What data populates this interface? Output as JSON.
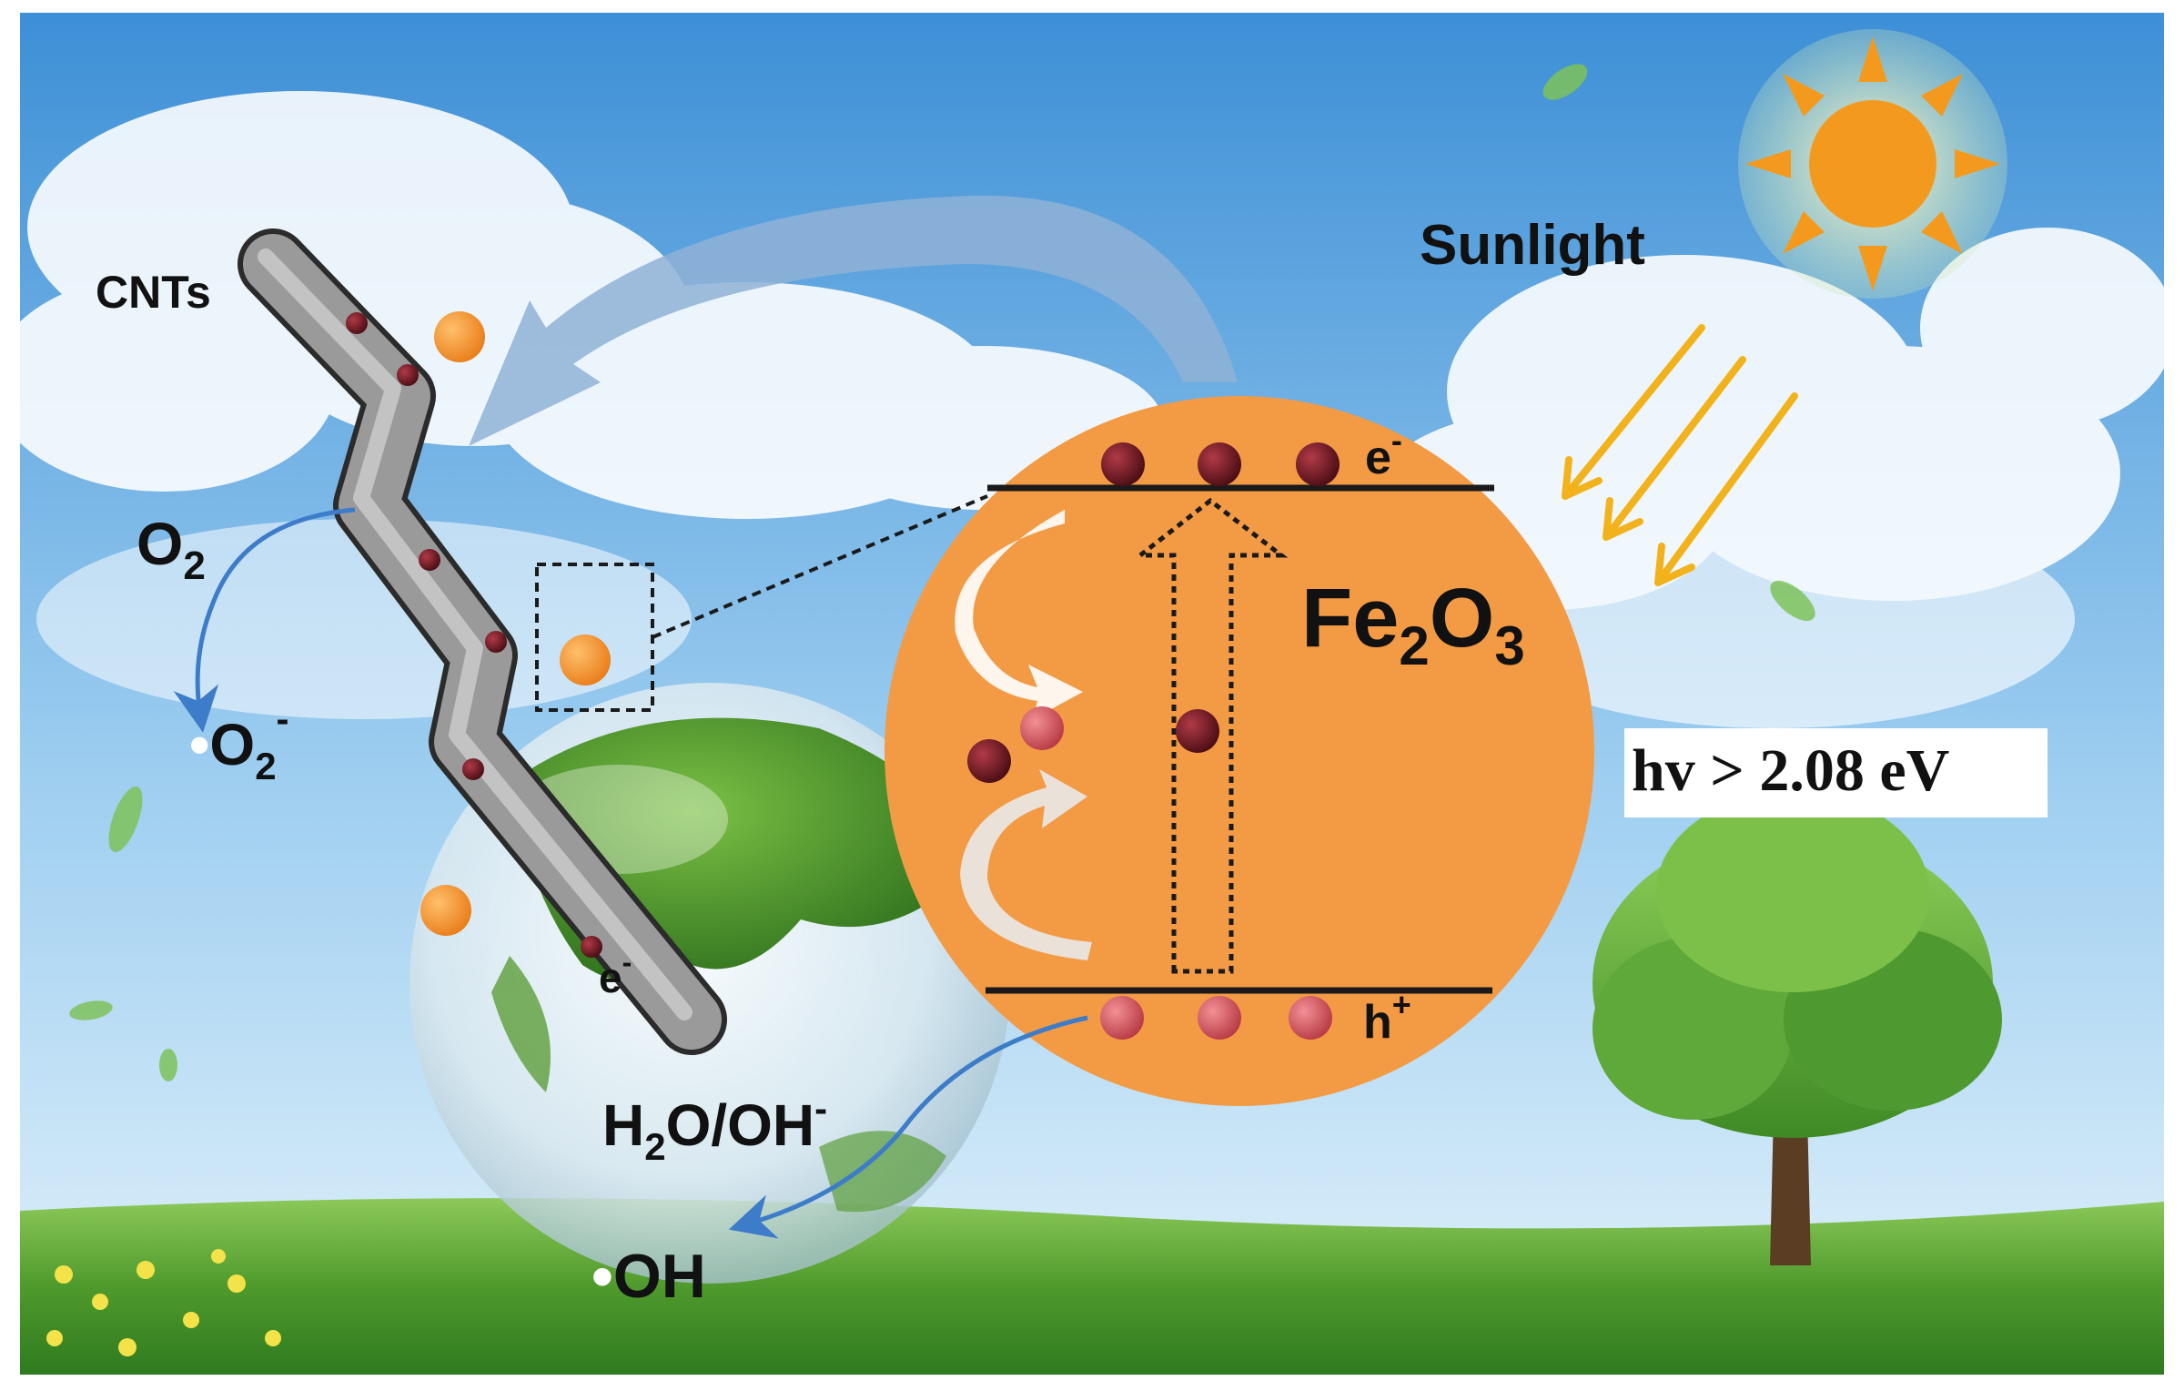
{
  "labels": {
    "cnts": "CNTs",
    "sunlight": "Sunlight",
    "o2": "O",
    "o2_sub": "2",
    "superoxide_dot": "•",
    "superoxide": "O",
    "superoxide_sub": "2",
    "superoxide_sup": "-",
    "fe2o3_a": "Fe",
    "fe2o3_sub1": "2",
    "fe2o3_b": "O",
    "fe2o3_sub2": "3",
    "electron_cb": "e",
    "electron_cb_sup": "-",
    "hole_vb": "h",
    "hole_vb_sup": "+",
    "electron_cnt": "e",
    "electron_cnt_sup": "-",
    "water_a": "H",
    "water_sub": "2",
    "water_b": "O/OH",
    "water_sup": "-",
    "hydroxyl_dot": "•",
    "hydroxyl": "OH",
    "photon_energy": "hv > 2.08 eV"
  },
  "colors": {
    "sky_top": "#3d8fd6",
    "sky_bottom": "#d9eefb",
    "grass": "#4f9a2c",
    "fe2o3_particle": "#f39a45",
    "electron": "#6b1620",
    "hole": "#d9545a",
    "cnt_tube": "#8c8c8c",
    "sun": "#f39a1e",
    "sun_rays_arrows": "#f2b21b",
    "process_arrow": "#3d7cc9",
    "transfer_arrow": "#8fb2d6"
  },
  "icons": {
    "sun": "sun-icon",
    "tree": "tree-icon",
    "globe": "globe-icon",
    "leaf": "leaf-icon"
  }
}
